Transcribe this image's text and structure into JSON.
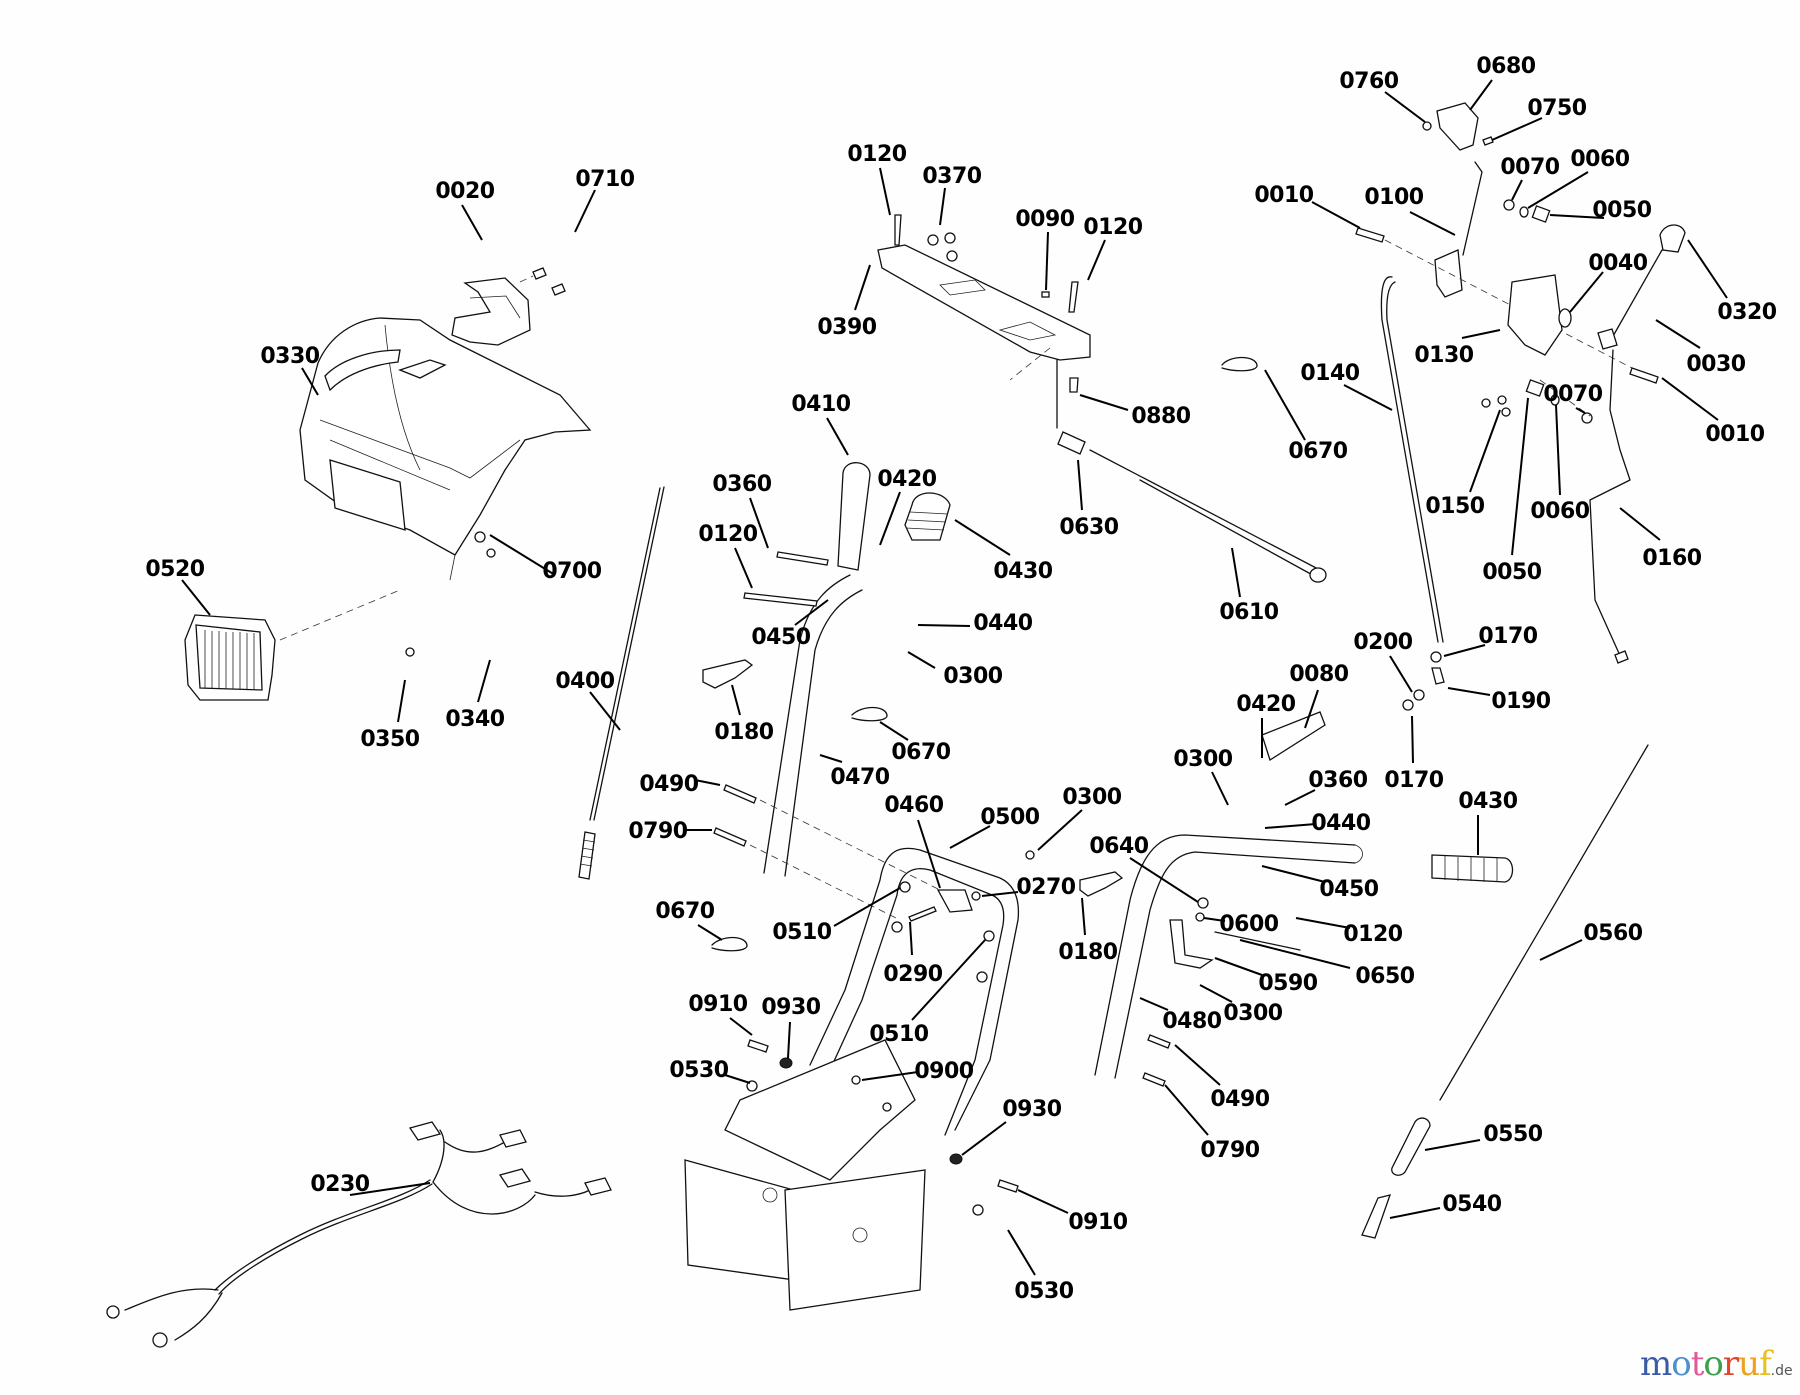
{
  "diagram": {
    "title": "Snow thrower handle / control panel assembly exploded view",
    "callouts": [
      "0020",
      "0710",
      "0330",
      "0520",
      "0700",
      "0350",
      "0340",
      "0400",
      "0120",
      "0370",
      "0090",
      "0120",
      "0390",
      "0880",
      "0670",
      "0630",
      "0610",
      "0760",
      "0680",
      "0750",
      "0070",
      "0060",
      "0010",
      "0100",
      "0050",
      "0040",
      "0320",
      "0130",
      "0030",
      "0140",
      "0010",
      "0070",
      "0150",
      "0060",
      "0050",
      "0160",
      "0410",
      "0360",
      "0420",
      "0120",
      "0430",
      "0450",
      "0440",
      "0300",
      "0180",
      "0670",
      "0470",
      "0490",
      "0790",
      "0460",
      "0500",
      "0300",
      "0270",
      "0510",
      "0290",
      "0510",
      "0670",
      "0910",
      "0930",
      "0530",
      "0900",
      "0930",
      "0910",
      "0530",
      "0200",
      "0170",
      "0080",
      "0190",
      "0420",
      "0300",
      "0360",
      "0170",
      "0430",
      "0440",
      "0640",
      "0450",
      "0600",
      "0120",
      "0180",
      "0650",
      "0590",
      "0300",
      "0480",
      "0490",
      "0790",
      "0560",
      "0550",
      "0540",
      "0230"
    ]
  },
  "watermark": {
    "letters": [
      {
        "ch": "m",
        "color": "#3b5aa8"
      },
      {
        "ch": "o",
        "color": "#4a8fd0"
      },
      {
        "ch": "t",
        "color": "#e05a9a"
      },
      {
        "ch": "o",
        "color": "#3aa14a"
      },
      {
        "ch": "r",
        "color": "#e0452b"
      },
      {
        "ch": "u",
        "color": "#f0a020"
      },
      {
        "ch": "f",
        "color": "#e8c020"
      }
    ],
    "tld": ".de"
  }
}
